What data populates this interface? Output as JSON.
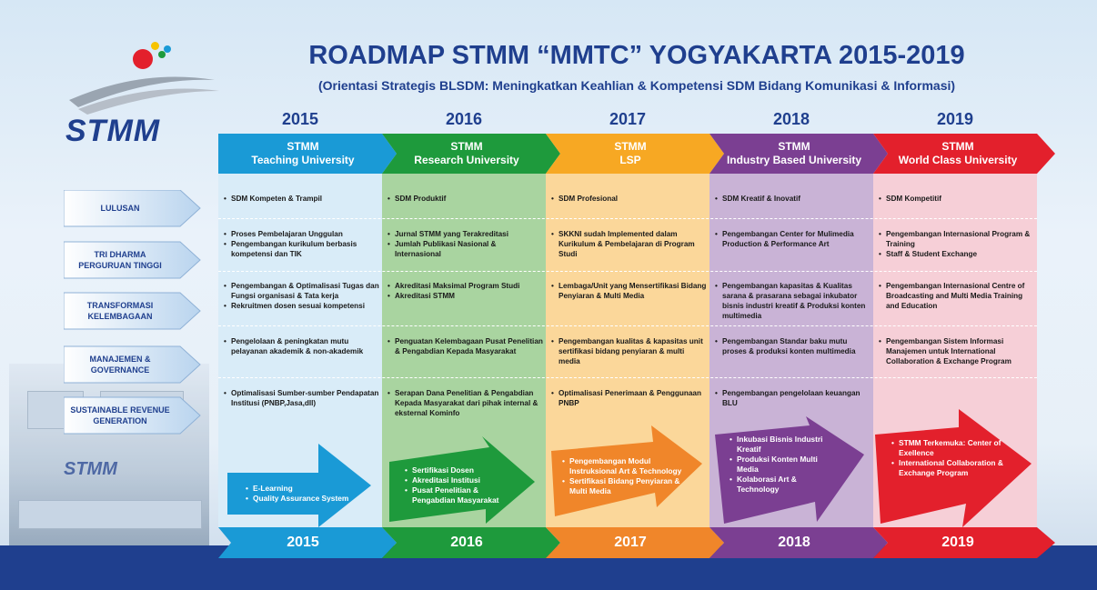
{
  "title": "ROADMAP STMM “MMTC” YOGYAKARTA 2015-2019",
  "subtitle": "(Orientasi Strategis BLSDM: Meningkatkan Keahlian & Kompetensi SDM Bidang Komunikasi & Informasi)",
  "logo": {
    "text": "STMM"
  },
  "colors": {
    "c2015": "#1a9ad6",
    "c2016": "#1e9a3c",
    "c2017": "#f7a823",
    "c2018": "#7b3f92",
    "c2019": "#e3202c",
    "navy": "#1f3f8e"
  },
  "years_top": [
    "2015",
    "2016",
    "2017",
    "2018",
    "2019"
  ],
  "columns": [
    {
      "line1": "STMM",
      "line2": "Teaching University",
      "year": "2015"
    },
    {
      "line1": "STMM",
      "line2": "Research University",
      "year": "2016"
    },
    {
      "line1": "STMM",
      "line2": "LSP",
      "year": "2017"
    },
    {
      "line1": "STMM",
      "line2": "Industry Based University",
      "year": "2018"
    },
    {
      "line1": "STMM",
      "line2": "World Class University",
      "year": "2019"
    }
  ],
  "rows": [
    {
      "label1": "LULUSAN",
      "label2": ""
    },
    {
      "label1": "TRI DHARMA",
      "label2": "PERGURUAN TINGGI"
    },
    {
      "label1": "TRANSFORMASI",
      "label2": "KELEMBAGAAN"
    },
    {
      "label1": "MANAJEMEN &",
      "label2": "GOVERNANCE"
    },
    {
      "label1": "SUSTAINABLE REVENUE",
      "label2": "GENERATION"
    }
  ],
  "cells": {
    "r0": [
      "SDM Kompeten & Trampil",
      "SDM Produktif",
      "SDM Profesional",
      "SDM Kreatif & Inovatif",
      "SDM Kompetitif"
    ],
    "r1c0a": "Proses Pembelajaran Unggulan",
    "r1c0b": "Pengembangan kurikulum berbasis kompetensi dan TIK",
    "r1c1a": "Jurnal STMM yang Terakreditasi",
    "r1c1b": "Jumlah Publikasi Nasional & Internasional",
    "r1c2a": "SKKNI sudah Implemented dalam Kurikulum & Pembelajaran di Program Studi",
    "r1c3a": "Pengembangan Center for Mulimedia Production & Performance Art",
    "r1c4a": "Pengembangan Internasional Program & Training",
    "r1c4b": "Staff & Student Exchange",
    "r2c0a": "Pengembangan & Optimalisasi Tugas dan Fungsi organisasi & Tata kerja",
    "r2c0b": "Rekruitmen dosen sesuai kompetensi",
    "r2c1a": "Akreditasi Maksimal Program Studi",
    "r2c1b": "Akreditasi STMM",
    "r2c2a": "Lembaga/Unit yang Mensertifikasi Bidang Penyiaran & Multi Media",
    "r2c3a": "Pengembangan kapasitas & Kualitas sarana & prasarana sebagai inkubator bisnis industri kreatif & Produksi konten multimedia",
    "r2c4a": "Pengembangan Internasional Centre of Broadcasting and Multi Media Training and Education",
    "r3c0a": "Pengelolaan & peningkatan mutu pelayanan akademik & non-akademik",
    "r3c1a": "Penguatan Kelembagaan Pusat Penelitian & Pengabdian Kepada Masyarakat",
    "r3c2a": "Pengembangan kualitas & kapasitas unit sertifikasi bidang penyiaran & multi media",
    "r3c3a": "Pengembangan Standar baku mutu proses & produksi konten multimedia",
    "r3c4a": "Pengembangan Sistem Informasi Manajemen untuk International Collaboration & Exchange Program",
    "r4c0a": "Optimalisasi Sumber-sumber Pendapatan Institusi (PNBP,Jasa,dll)",
    "r4c1a": "Serapan Dana Penelitian & Pengabdian Kepada Masyarakat dari pihak internal & eksternal Kominfo",
    "r4c2a": "Optimalisasi Penerimaan & Penggunaan PNBP",
    "r4c3a": "Pengembangan pengelolaan keuangan BLU"
  },
  "arrows": {
    "a0": [
      "E-Learning",
      "Quality Assurance System"
    ],
    "a1": [
      "Sertifikasi Dosen",
      "Akreditasi Institusi",
      "Pusat Penelitian & Pengabdian Masyarakat"
    ],
    "a2": [
      "Pengembangan Modul Instruksional Art & Technology",
      "Sertifikasi Bidang Penyiaran & Multi Media"
    ],
    "a3": [
      "Inkubasi Bisnis Industri Kreatif",
      "Produksi Konten Multi Media",
      "Kolaborasi Art & Technology"
    ],
    "a4": [
      "STMM Terkemuka: Center of Exellence",
      "International Collaboration & Exchange Program"
    ]
  }
}
